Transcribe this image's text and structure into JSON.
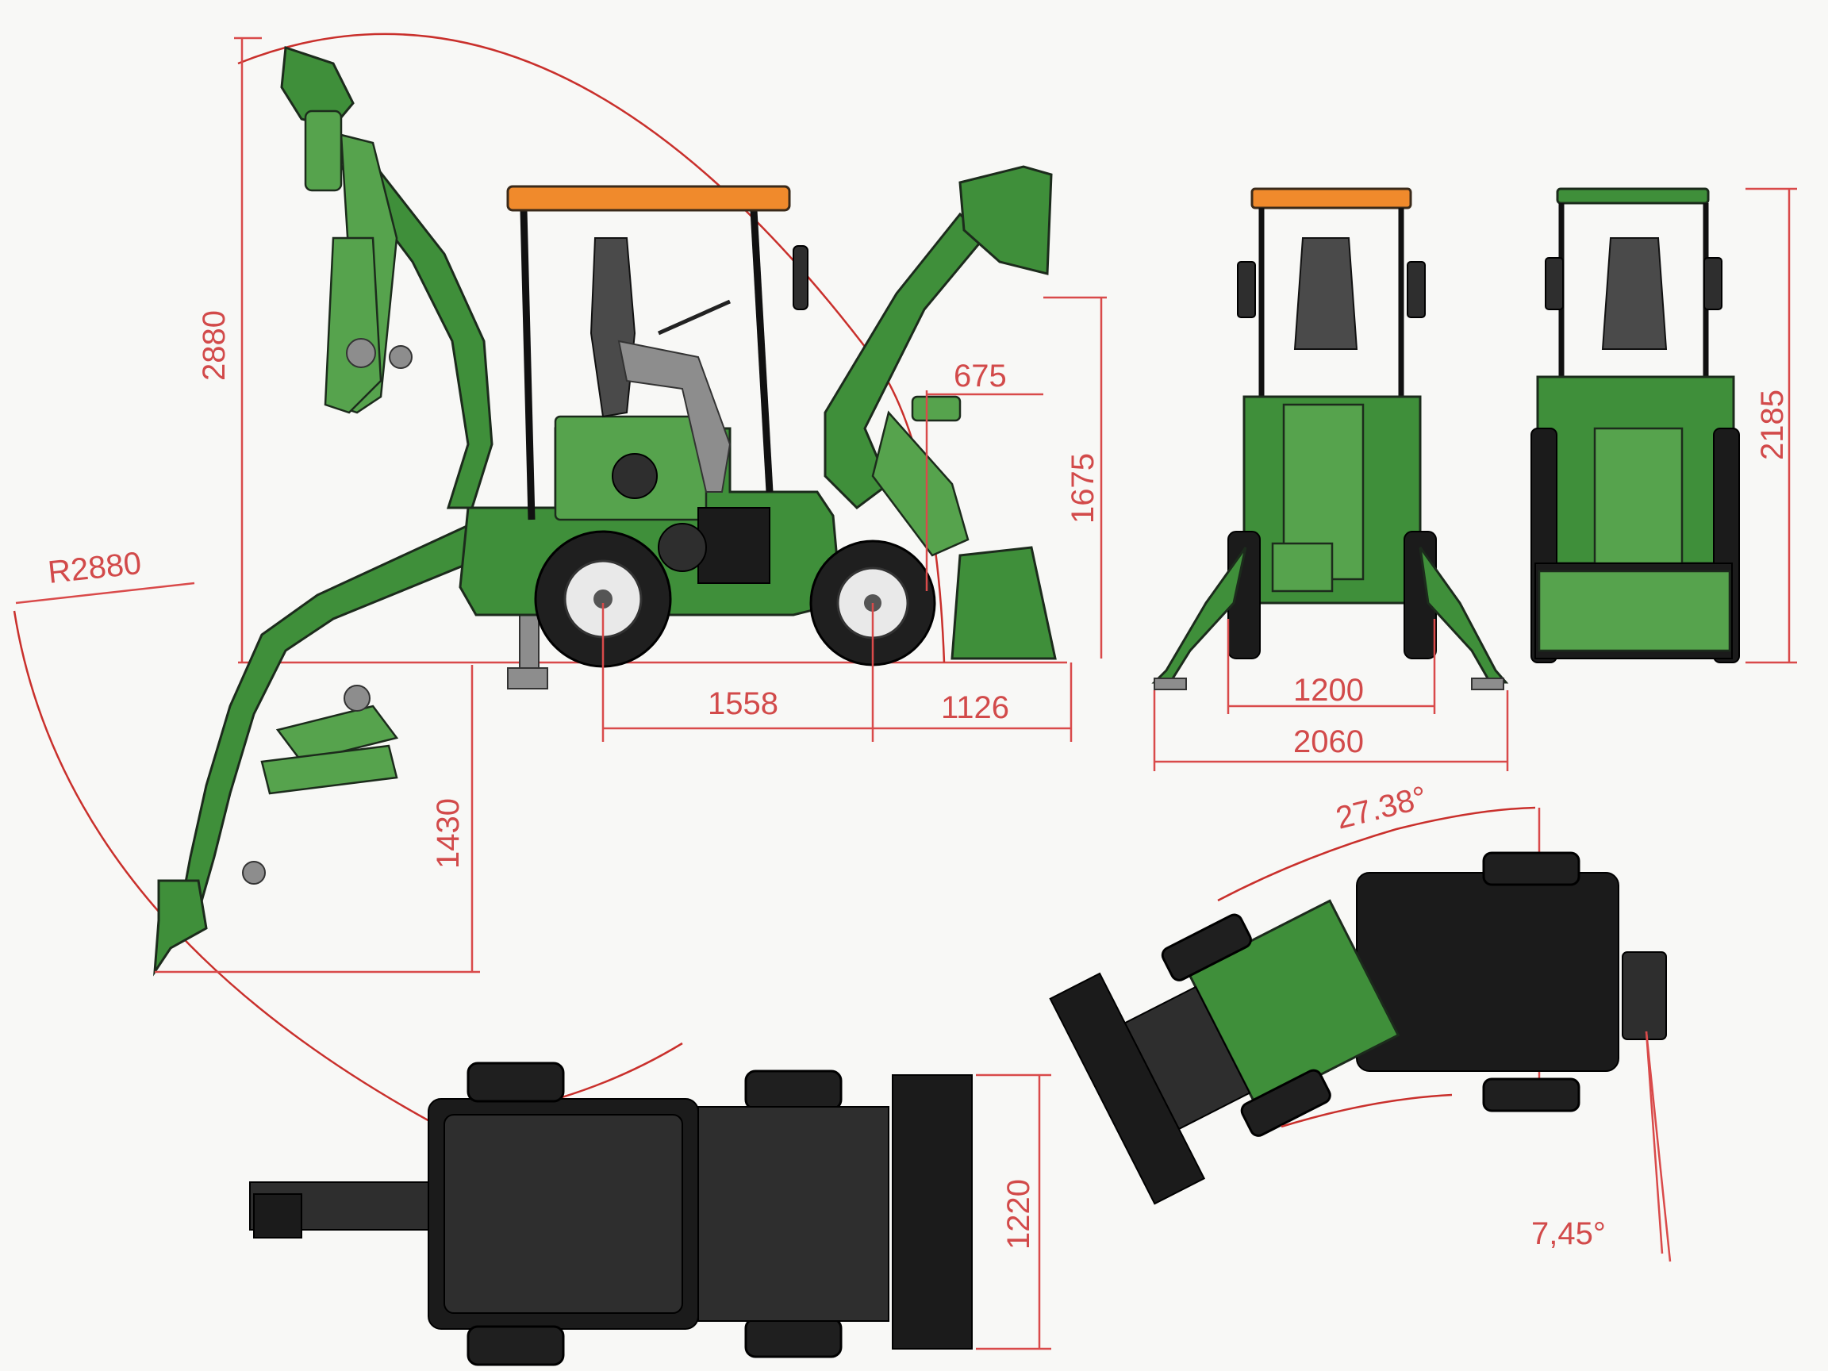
{
  "colors": {
    "body_green": "#3f8f3a",
    "canopy_orange": "#f08a2c",
    "dimension_red": "#d24a4a",
    "tank_black": "#1b1b1b",
    "background": "#f8f8f6"
  },
  "dimensions": {
    "side_height": "2880",
    "reach_radius": "R2880",
    "front_offset": "675",
    "loader_height": "1675",
    "wheelbase": "1558",
    "front_overhang": "1126",
    "dig_depth": "1430",
    "track_width": "1200",
    "stabilizer_width": "2060",
    "overall_height": "2185",
    "bucket_width": "1220",
    "articulation_angle": "27.38°",
    "swing_angle": "7,45°"
  },
  "views": [
    "side-view",
    "rear-view",
    "front-view",
    "top-view",
    "top-view-articulated"
  ]
}
